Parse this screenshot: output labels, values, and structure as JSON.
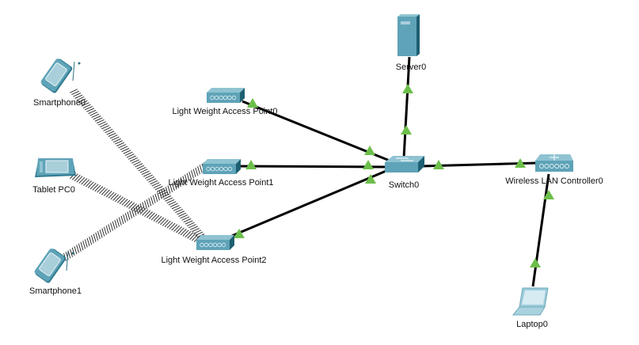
{
  "topology": {
    "devices": [
      {
        "id": "smartphone0",
        "type": "smartphone",
        "label": "Smartphone0"
      },
      {
        "id": "tablet0",
        "type": "tablet",
        "label": "Tablet PC0"
      },
      {
        "id": "smartphone1",
        "type": "smartphone",
        "label": "Smartphone1"
      },
      {
        "id": "ap0",
        "type": "access-point",
        "label": "Light Weight Access Point0"
      },
      {
        "id": "ap1",
        "type": "access-point",
        "label": "Light Weight Access Point1"
      },
      {
        "id": "ap2",
        "type": "access-point",
        "label": "Light Weight Access Point2"
      },
      {
        "id": "switch0",
        "type": "switch",
        "label": "Switch0"
      },
      {
        "id": "server0",
        "type": "server",
        "label": "Server0"
      },
      {
        "id": "wlc0",
        "type": "wireless-lan-controller",
        "label": "Wireless LAN Controller0"
      },
      {
        "id": "laptop0",
        "type": "laptop",
        "label": "Laptop0"
      }
    ],
    "wired_links": [
      {
        "from": "ap0",
        "to": "switch0",
        "status": "up"
      },
      {
        "from": "ap1",
        "to": "switch0",
        "status": "up"
      },
      {
        "from": "ap2",
        "to": "switch0",
        "status": "up"
      },
      {
        "from": "switch0",
        "to": "server0",
        "status": "up"
      },
      {
        "from": "switch0",
        "to": "wlc0",
        "status": "up"
      },
      {
        "from": "wlc0",
        "to": "laptop0",
        "status": "up"
      }
    ],
    "wireless_links": [
      {
        "from": "smartphone0",
        "to": "ap2"
      },
      {
        "from": "tablet0",
        "to": "ap2"
      },
      {
        "from": "smartphone1",
        "to": "ap1"
      }
    ],
    "colors": {
      "link": "#000000",
      "link_up_indicator": "#6cbf4a",
      "device_body": "#5ea3b8",
      "device_dark": "#2f7a8f",
      "device_light": "#a9cfdb"
    }
  }
}
